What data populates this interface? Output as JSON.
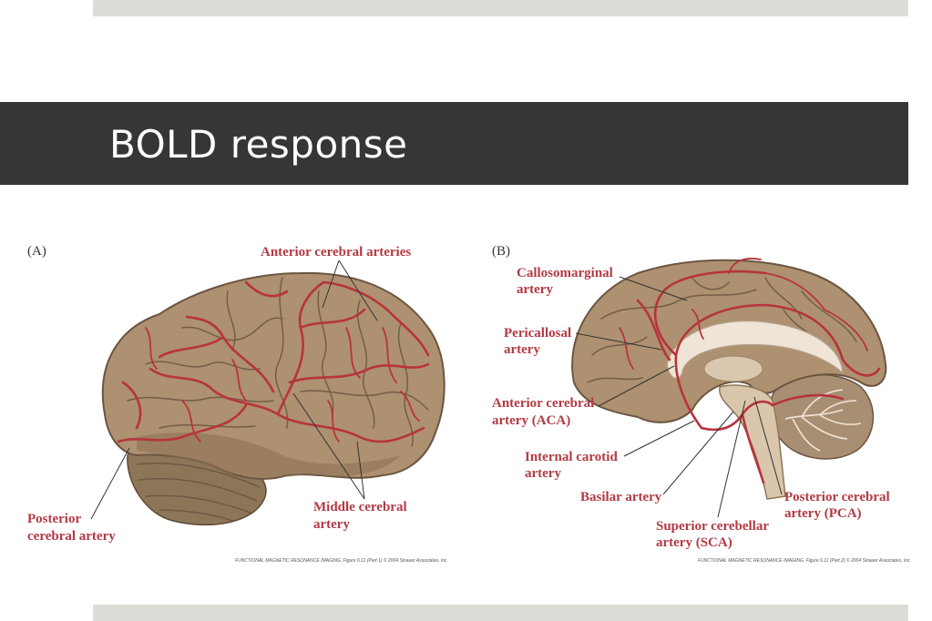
{
  "slide": {
    "title": "BOLD response"
  },
  "panel_a": {
    "panel_label": "(A)",
    "labels": {
      "anterior": "Anterior cerebral arteries",
      "middle_line1": "Middle cerebral",
      "middle_line2": "artery",
      "posterior_line1": "Posterior",
      "posterior_line2": "cerebral artery"
    },
    "credit": "FUNCTIONAL MAGNETIC RESONANCE IMAGING, Figure 6.11 (Part 1) © 2004 Sinauer Associates, Inc."
  },
  "panel_b": {
    "panel_label": "(B)",
    "labels": {
      "callosomarginal_line1": "Callosomarginal",
      "callosomarginal_line2": "artery",
      "pericallosal_line1": "Pericallosal",
      "pericallosal_line2": "artery",
      "aca_line1": "Anterior cerebral",
      "aca_line2": "artery (ACA)",
      "internal_carotid_line1": "Internal carotid",
      "internal_carotid_line2": "artery",
      "basilar": "Basilar artery",
      "sca_line1": "Superior cerebellar",
      "sca_line2": "artery (SCA)",
      "pca_line1": "Posterior cerebral",
      "pca_line2": "artery (PCA)"
    },
    "credit": "FUNCTIONAL MAGNETIC RESONANCE IMAGING, Figure 6.11 (Part 2) © 2004 Sinauer Associates, Inc."
  }
}
